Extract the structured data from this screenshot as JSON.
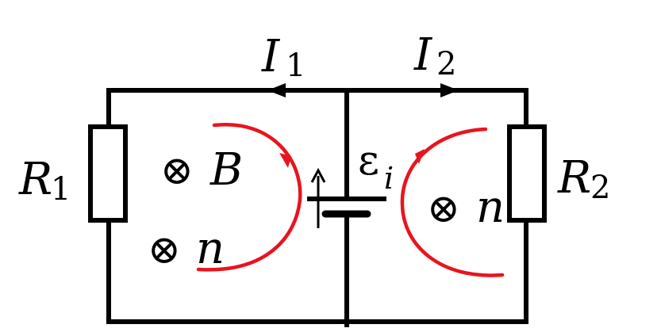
{
  "labels": {
    "current_left": "I",
    "current_left_sub": "1",
    "current_right": "I",
    "current_right_sub": "2",
    "resistor_left": "R",
    "resistor_left_sub": "1",
    "resistor_right": "R",
    "resistor_right_sub": "2",
    "emf": "ε",
    "emf_sub": "i",
    "field_left": "B",
    "normal_left": "n",
    "normal_right": "n",
    "into_page_symbol": "⊗"
  },
  "colors": {
    "wire": "#000000",
    "circulation": "#e8141e",
    "background": "#ffffff"
  },
  "icons": {
    "field_marker": "circled-times-into-page-icon",
    "current_arrow": "triangle-arrow-icon",
    "circulation_arrow": "curved-red-arrow-icon"
  }
}
